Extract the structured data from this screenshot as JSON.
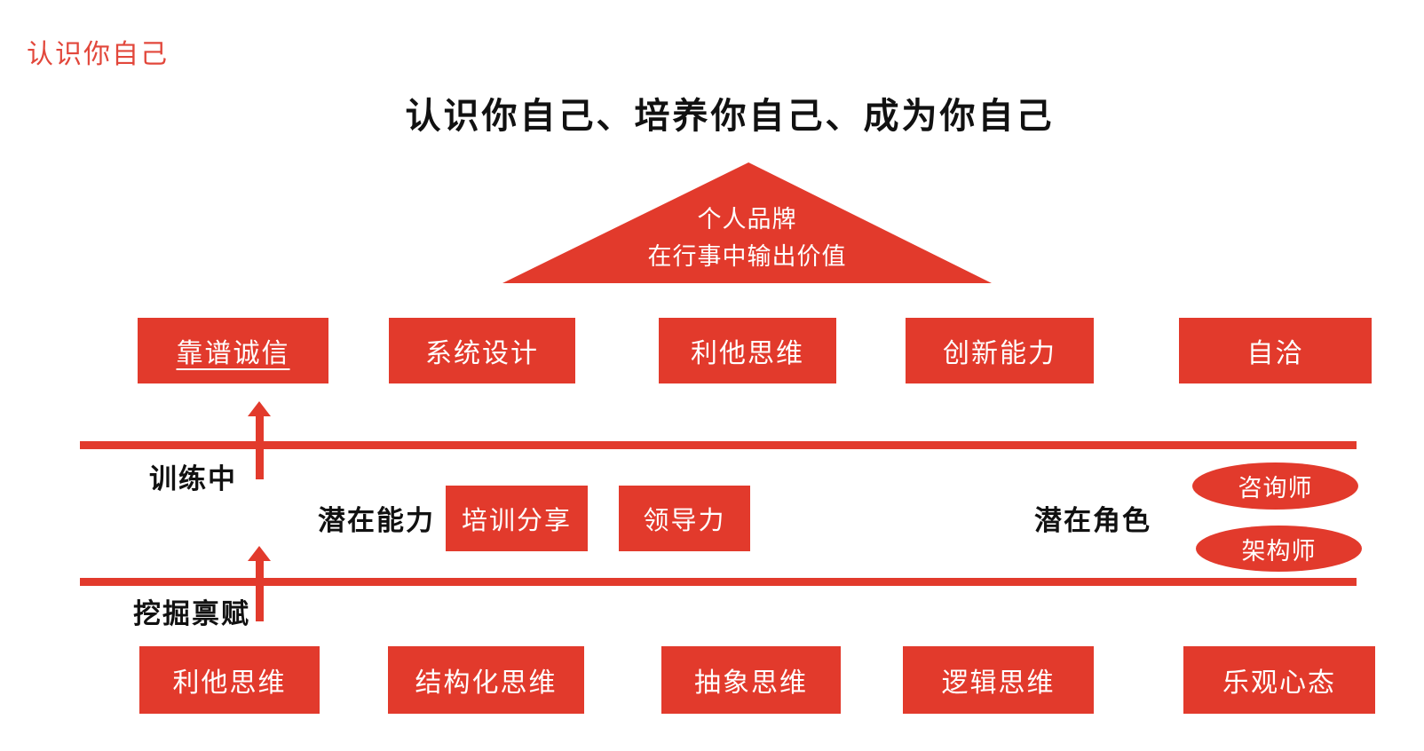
{
  "header": {
    "corner_title": "认识你自己",
    "main_title": "认识你自己、培养你自己、成为你自己"
  },
  "triangle": {
    "line1": "个人品牌",
    "line2": "在行事中输出价值"
  },
  "rows": {
    "top": [
      "靠谱诚信",
      "系统设计",
      "利他思维",
      "创新能力",
      "自洽"
    ],
    "middle": [
      "培训分享",
      "领导力"
    ],
    "bottom": [
      "利他思维",
      "结构化思维",
      "抽象思维",
      "逻辑思维",
      "乐观心态"
    ]
  },
  "labels": {
    "training": "训练中",
    "digging": "挖掘禀赋",
    "potential_ability": "潜在能力",
    "potential_role": "潜在角色"
  },
  "roles": [
    "咨询师",
    "架构师"
  ],
  "colors": {
    "red": "#E23A2C",
    "corner_red": "#E2473B",
    "text_black": "#111111",
    "box_text": "#FFFFFF"
  }
}
